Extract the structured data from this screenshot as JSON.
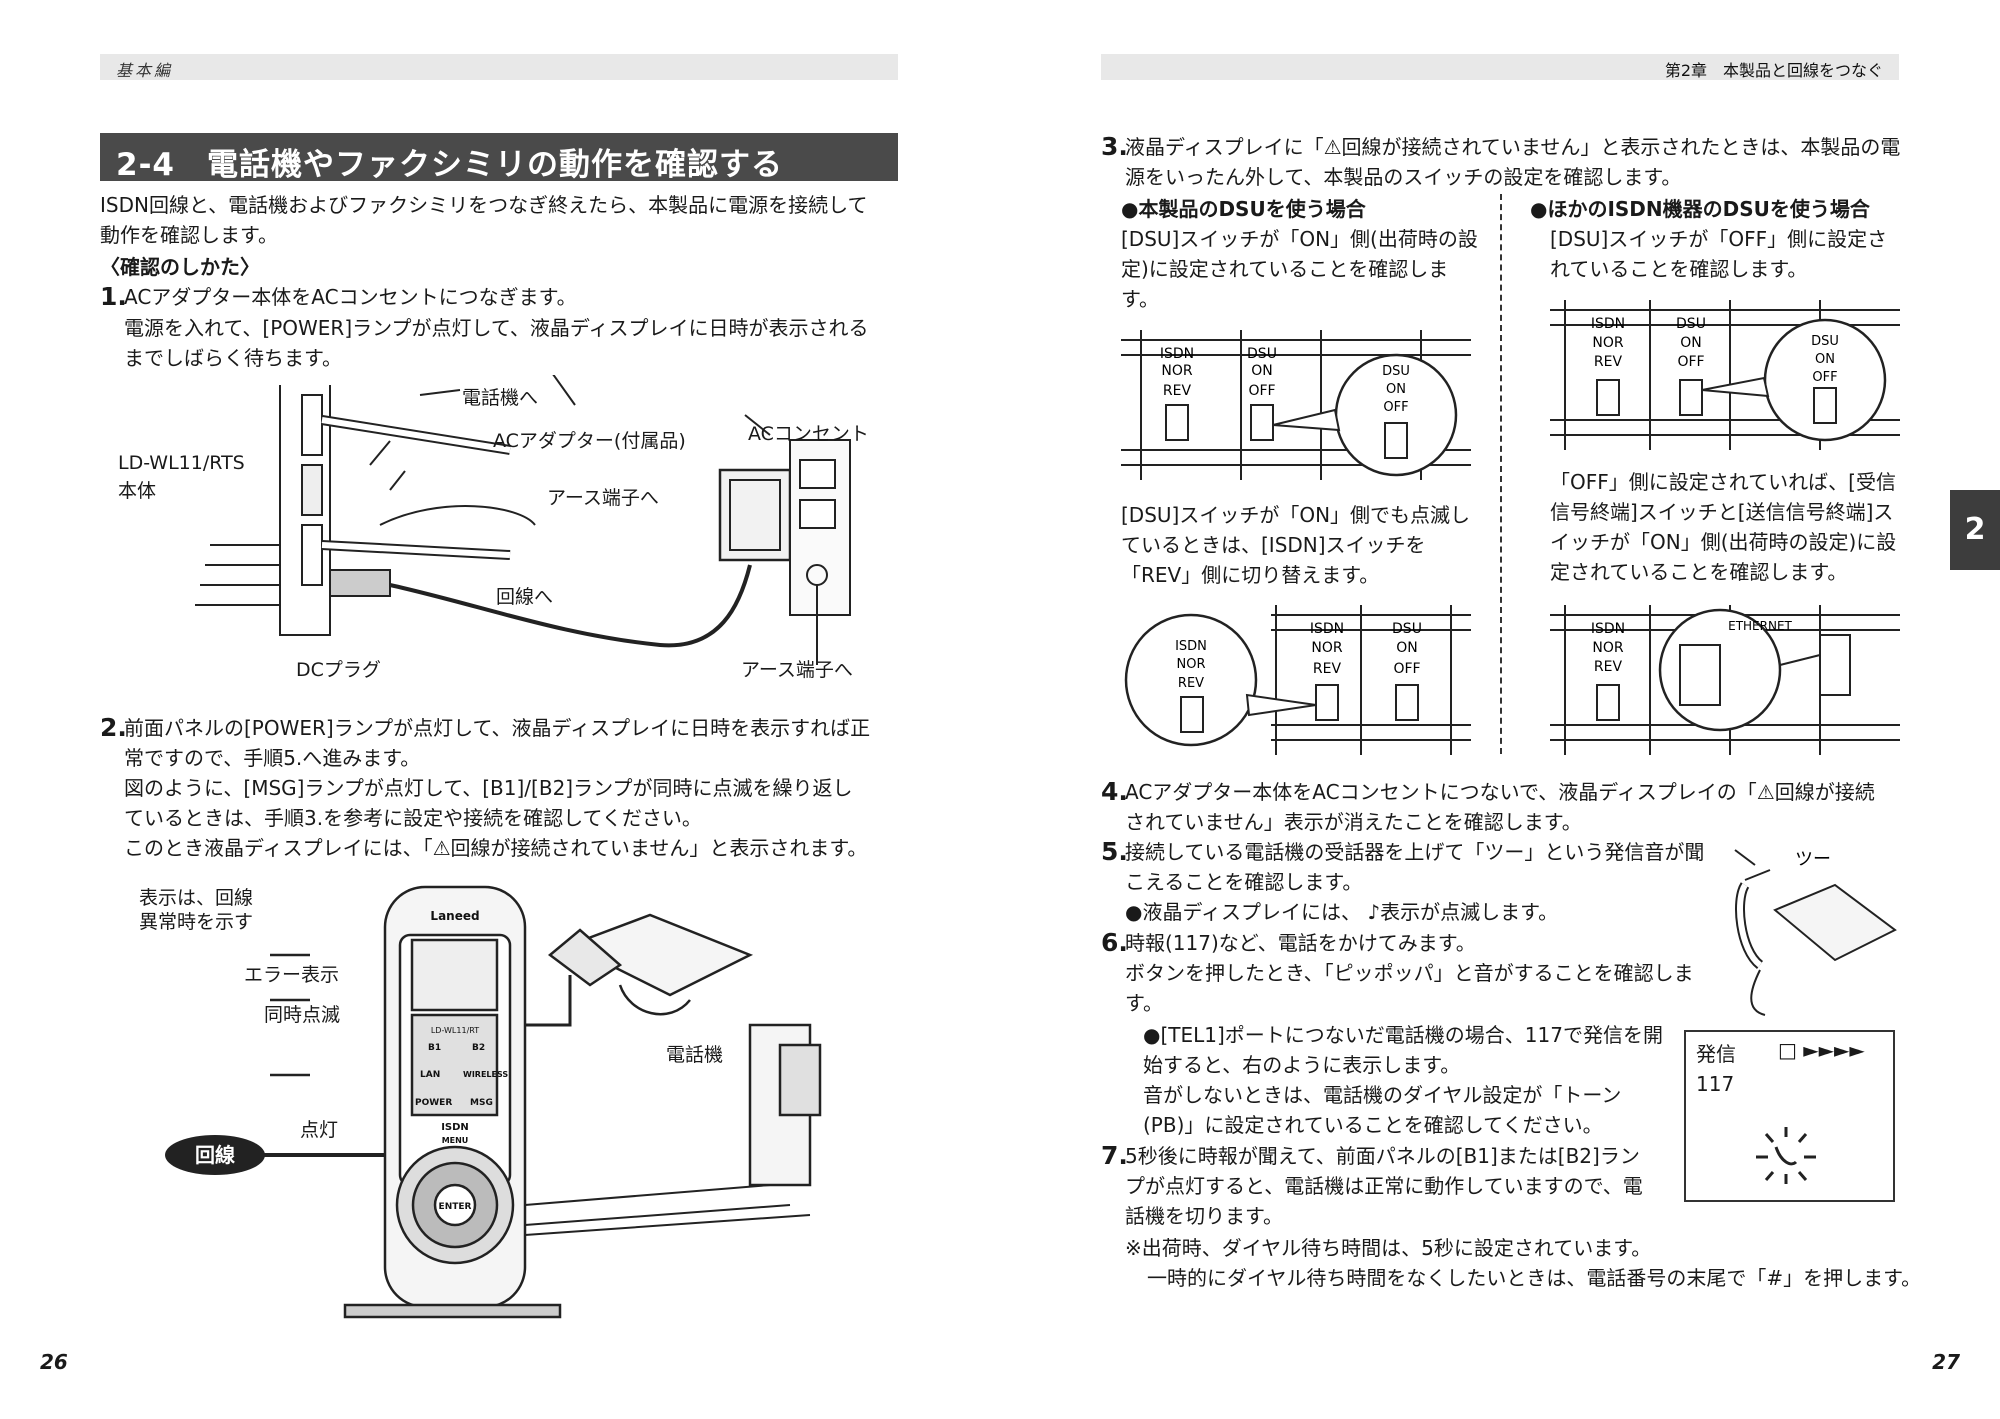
{
  "header": {
    "left": "基本編",
    "right": "第2章　本製品と回線をつなぐ"
  },
  "section_title": "2-4　電話機やファクシミリの動作を確認する",
  "intro": [
    "ISDN回線と、電話機およびファクシミリをつなぎ終えたら、本製品に電源を接続して",
    "動作を確認します。"
  ],
  "how_to_check": "〈確認のしかた〉",
  "step1": {
    "num": "1.",
    "line1": "ACアダプター本体をACコンセントにつなぎます。",
    "line2": "電源を入れて、[POWER]ランプが点灯して、液晶ディスプレイに日時が表示される",
    "line3": "までしばらく待ちます。"
  },
  "fig1": {
    "phone": "電話機へ",
    "adapter": "ACアダプター(付属品)",
    "outlet": "ACコンセント",
    "model_line1": "LD-WL11/RTS",
    "model_line2": "本体",
    "ground": "アース端子へ",
    "line": "回線へ",
    "dc": "DCプラグ",
    "ground2": "アース端子へ"
  },
  "step2": {
    "num": "2.",
    "line1": "前面パネルの[POWER]ランプが点灯して、液晶ディスプレイに日時を表示すれば正",
    "line2": "常ですので、手順5.へ進みます。",
    "line3": "図のように、[MSG]ランプが点灯して、[B1]/[B2]ランプが同時に点滅を繰り返し",
    "line4": "ているときは、手順3.を参考に設定や接続を確認してください。",
    "line5": "このとき液晶ディスプレイには、「⚠回線が接続されていません」と表示されます。"
  },
  "fig2": {
    "note_line1": "表示は、回線",
    "note_line2": "異常時を示す",
    "error": "エラー表示",
    "blink": "同時点滅",
    "lit": "点灯",
    "line": "回線",
    "phone": "電話機",
    "brand": "Laneed",
    "model": "LD-WL11/RT",
    "b1": "B1",
    "b2": "B2",
    "lan": "LAN",
    "wireless": "WIRELESS",
    "power": "POWER",
    "msg": "MSG",
    "isdn": "ISDN",
    "menu": "MENU",
    "enter": "ENTER"
  },
  "step3": {
    "num": "3.",
    "line1": "液晶ディスプレイに「⚠回線が接続されていません」と表示されたときは、本製品の電",
    "line2": "源をいったん外して、本製品のスイッチの設定を確認します。",
    "colA_title": "●本製品のDSUを使う場合",
    "colA_1": "[DSU]スイッチが「ON」側(出荷時の設",
    "colA_2": "定)に設定されていることを確認しま",
    "colA_3": "す。",
    "colA_4": "[DSU]スイッチが「ON」側でも点滅し",
    "colA_5": "ているときは、[ISDN]スイッチを",
    "colA_6": "「REV」側に切り替えます。",
    "colB_title": "●ほかのISDN機器のDSUを使う場合",
    "colB_1": "[DSU]スイッチが「OFF」側に設定さ",
    "colB_2": "れていることを確認します。",
    "colB_3": "「OFF」側に設定されていれば、[受信",
    "colB_4": "信号終端]スイッチと[送信信号終端]ス",
    "colB_5": "イッチが「ON」側(出荷時の設定)に設",
    "colB_6": "定されていることを確認します。"
  },
  "switch_labels": {
    "isdn": "ISDN",
    "nor": "NOR",
    "rev": "REV",
    "dsu": "DSU",
    "on": "ON",
    "off": "OFF",
    "ethernet": "ETHERNET"
  },
  "step4": {
    "num": "4.",
    "line1": "ACアダプター本体をACコンセントにつないで、液晶ディスプレイの「⚠回線が接続",
    "line2": "されていません」表示が消えたことを確認します。"
  },
  "step5": {
    "num": "5.",
    "line1": "接続している電話機の受話器を上げて「ツー」という発信音が聞",
    "line2": "こえることを確認します。",
    "bullet": "●液晶ディスプレイには、 ♪表示が点滅します。",
    "sound": "ツー"
  },
  "step6": {
    "num": "6.",
    "line1": "時報(117)など、電話をかけてみます。",
    "line2": "ボタンを押したとき、「ピッポッパ」と音がすることを確認しま",
    "line3": "す。",
    "b1": "●[TEL1]ポートにつないだ電話機の場合、117で発信を開",
    "b2": "始すると、右のように表示します。",
    "b3": "音がしないときは、電話機のダイヤル設定が「トーン",
    "b4": "(PB)」に設定されていることを確認してください。"
  },
  "lcd": {
    "label": "発信",
    "arrows": "□ ►►►►",
    "number": "117"
  },
  "step7": {
    "num": "7.",
    "line1": "5秒後に時報が聞えて、前面パネルの[B1]または[B2]ラン",
    "line2": "プが点灯すると、電話機は正常に動作していますので、電",
    "line3": "話機を切ります。",
    "note1": "※出荷時、ダイヤル待ち時間は、5秒に設定されています。",
    "note2": "一時的にダイヤル待ち時間をなくしたいときは、電話番号の末尾で「#」を押します。"
  },
  "page_left": "26",
  "page_right": "27",
  "chapter_tab": "2"
}
